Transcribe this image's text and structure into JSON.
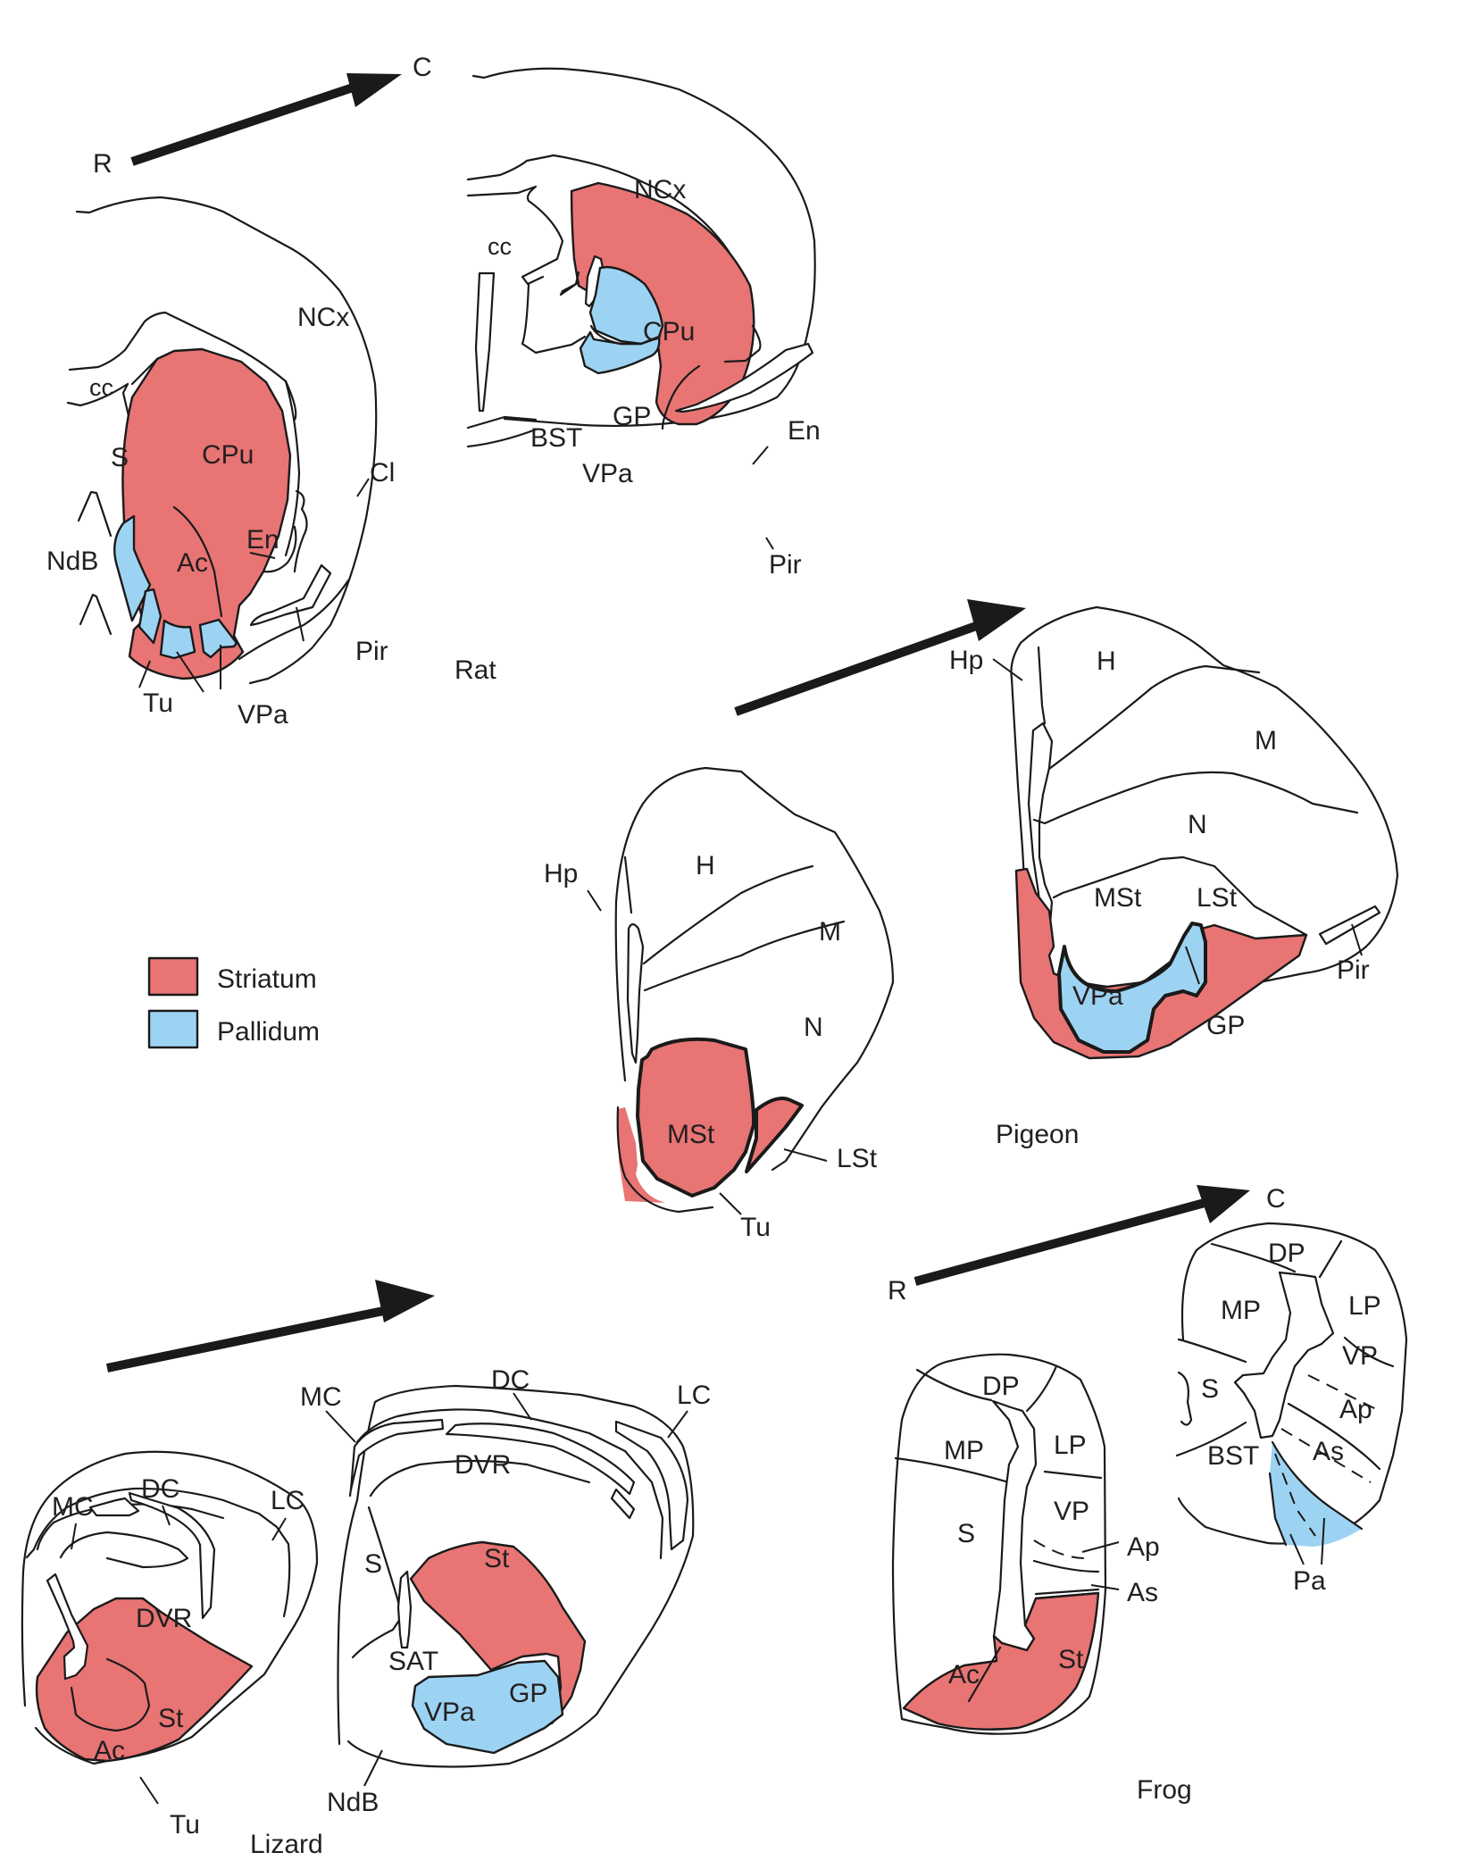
{
  "figure": {
    "description": "Coronal sections of the basal ganglia in rat, pigeon, lizard and frog, rostral-to-caudal",
    "colors": {
      "striatum": "#e87474",
      "pallidum": "#9dd3f2",
      "outline": "#1a1a1a"
    },
    "legend": [
      {
        "label": "Striatum",
        "color": "#e87474"
      },
      {
        "label": "Pallidum",
        "color": "#9dd3f2"
      }
    ],
    "orientation": {
      "rostral": "R",
      "caudal": "C"
    },
    "species": {
      "rat": {
        "caption": "Rat",
        "rostral": {
          "NCx": "NCx",
          "cc": "cc",
          "S": "S",
          "CPu": "CPu",
          "Cl": "Cl",
          "NdB": "NdB",
          "Ac": "Ac",
          "En": "En",
          "Pir": "Pir",
          "Tu": "Tu",
          "VPa": "VPa"
        },
        "caudal": {
          "NCx": "NCx",
          "cc": "cc",
          "CPu": "CPu",
          "GP": "GP",
          "BST": "BST",
          "VPa": "VPa",
          "En": "En",
          "Pir": "Pir"
        }
      },
      "pigeon": {
        "caption": "Pigeon",
        "rostral": {
          "Hp": "Hp",
          "H": "H",
          "M": "M",
          "N": "N",
          "MSt": "MSt",
          "LSt": "LSt",
          "Tu": "Tu"
        },
        "caudal": {
          "Hp": "Hp",
          "H": "H",
          "M": "M",
          "N": "N",
          "MSt": "MSt",
          "LSt": "LSt",
          "VPa": "VPa",
          "GP": "GP",
          "Pir": "Pir"
        }
      },
      "lizard": {
        "caption": "Lizard",
        "rostral": {
          "MC": "MC",
          "DC": "DC",
          "LC": "LC",
          "DVR": "DVR",
          "St": "St",
          "Ac": "Ac",
          "Tu": "Tu"
        },
        "caudal": {
          "MC": "MC",
          "DC": "DC",
          "LC": "LC",
          "DVR": "DVR",
          "S": "S",
          "St": "St",
          "SAT": "SAT",
          "VPa": "VPa",
          "GP": "GP",
          "NdB": "NdB"
        }
      },
      "frog": {
        "caption": "Frog",
        "rostral": {
          "DP": "DP",
          "MP": "MP",
          "LP": "LP",
          "VP": "VP",
          "S": "S",
          "Ap": "Ap",
          "As": "As",
          "Ac": "Ac",
          "St": "St"
        },
        "caudal": {
          "DP": "DP",
          "MP": "MP",
          "LP": "LP",
          "S": "S",
          "VP": "VP",
          "Ap": "Ap",
          "As": "As",
          "BST": "BST",
          "Pa": "Pa"
        }
      }
    }
  }
}
